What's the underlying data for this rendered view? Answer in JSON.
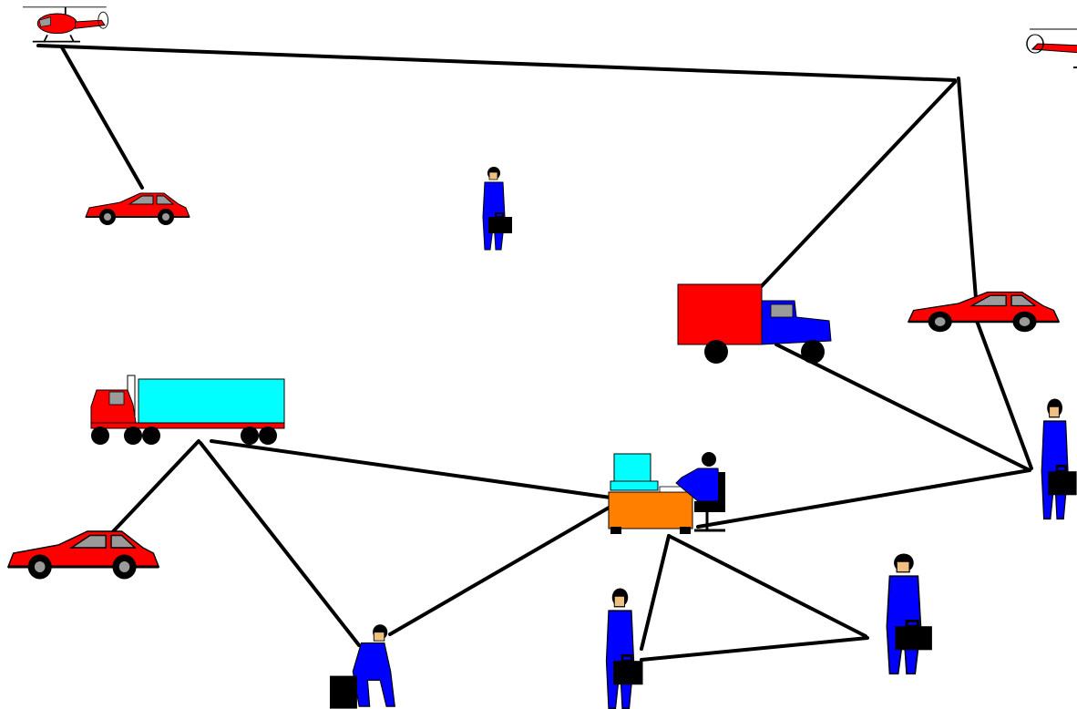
{
  "colors": {
    "background": "#ffffff",
    "link": "#000000",
    "red": "#ff0000",
    "blue": "#0000ff",
    "cyan": "#00ffff",
    "orange": "#ff8000",
    "black": "#000000",
    "gray": "#a0a0a0"
  },
  "nodes": [
    {
      "id": "helicopter-1",
      "icon": "helicopter-icon"
    },
    {
      "id": "helicopter-2",
      "icon": "helicopter-icon"
    },
    {
      "id": "car-1",
      "icon": "sports-car-icon"
    },
    {
      "id": "car-2",
      "icon": "sports-car-icon"
    },
    {
      "id": "car-3",
      "icon": "sports-car-icon"
    },
    {
      "id": "person-standing",
      "icon": "businessman-icon"
    },
    {
      "id": "box-truck",
      "icon": "delivery-truck-icon"
    },
    {
      "id": "semi-truck",
      "icon": "semi-truck-icon"
    },
    {
      "id": "office-desk",
      "icon": "desk-worker-computer-icon"
    },
    {
      "id": "person-right",
      "icon": "businessman-icon"
    },
    {
      "id": "person-sitting",
      "icon": "seated-businessman-icon"
    },
    {
      "id": "person-bottom-center",
      "icon": "businessman-icon"
    },
    {
      "id": "person-bottom-right",
      "icon": "businessman-icon"
    }
  ],
  "links": [
    [
      "helicopter-1",
      "helicopter-2"
    ],
    [
      "helicopter-1",
      "car-1"
    ],
    [
      "helicopter-2",
      "box-truck"
    ],
    [
      "helicopter-2",
      "car-2"
    ],
    [
      "car-2",
      "person-right"
    ],
    [
      "box-truck",
      "person-right"
    ],
    [
      "person-right",
      "office-desk"
    ],
    [
      "semi-truck",
      "office-desk"
    ],
    [
      "semi-truck",
      "car-3"
    ],
    [
      "semi-truck",
      "person-sitting"
    ],
    [
      "person-sitting",
      "office-desk"
    ],
    [
      "office-desk",
      "person-bottom-center"
    ],
    [
      "office-desk",
      "person-bottom-right"
    ],
    [
      "person-bottom-center",
      "person-bottom-right"
    ]
  ]
}
